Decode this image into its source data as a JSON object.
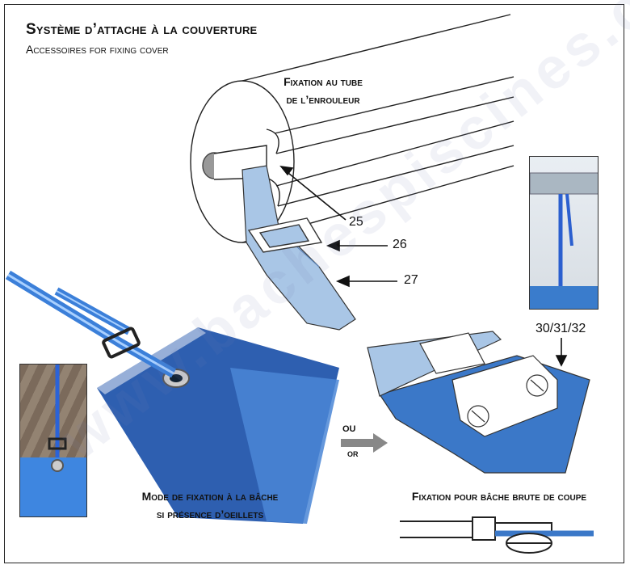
{
  "title": "Système d’attache à la couverture",
  "subtitle": "Accessoires for fixing cover",
  "labels": {
    "tube": [
      "Fixation au tube",
      "de l’enrouleur"
    ],
    "eyelets": [
      "Mode de fixation à la bâche",
      "si présence d’oeillets"
    ],
    "raw_cut": "Fixation pour bâche brute de coupe",
    "ou": "OU",
    "or": "OR"
  },
  "part_numbers": [
    "25",
    "26",
    "27",
    "30/31/32"
  ],
  "watermark": "www.bachespiscines.com",
  "colors": {
    "strap": "#a9c6e6",
    "strap_dark": "#5f86b8",
    "cover_blue": "#2e5fb0",
    "tarp_blue": "#3b7fd9",
    "tube": "#ffffff",
    "outline": "#222222"
  }
}
